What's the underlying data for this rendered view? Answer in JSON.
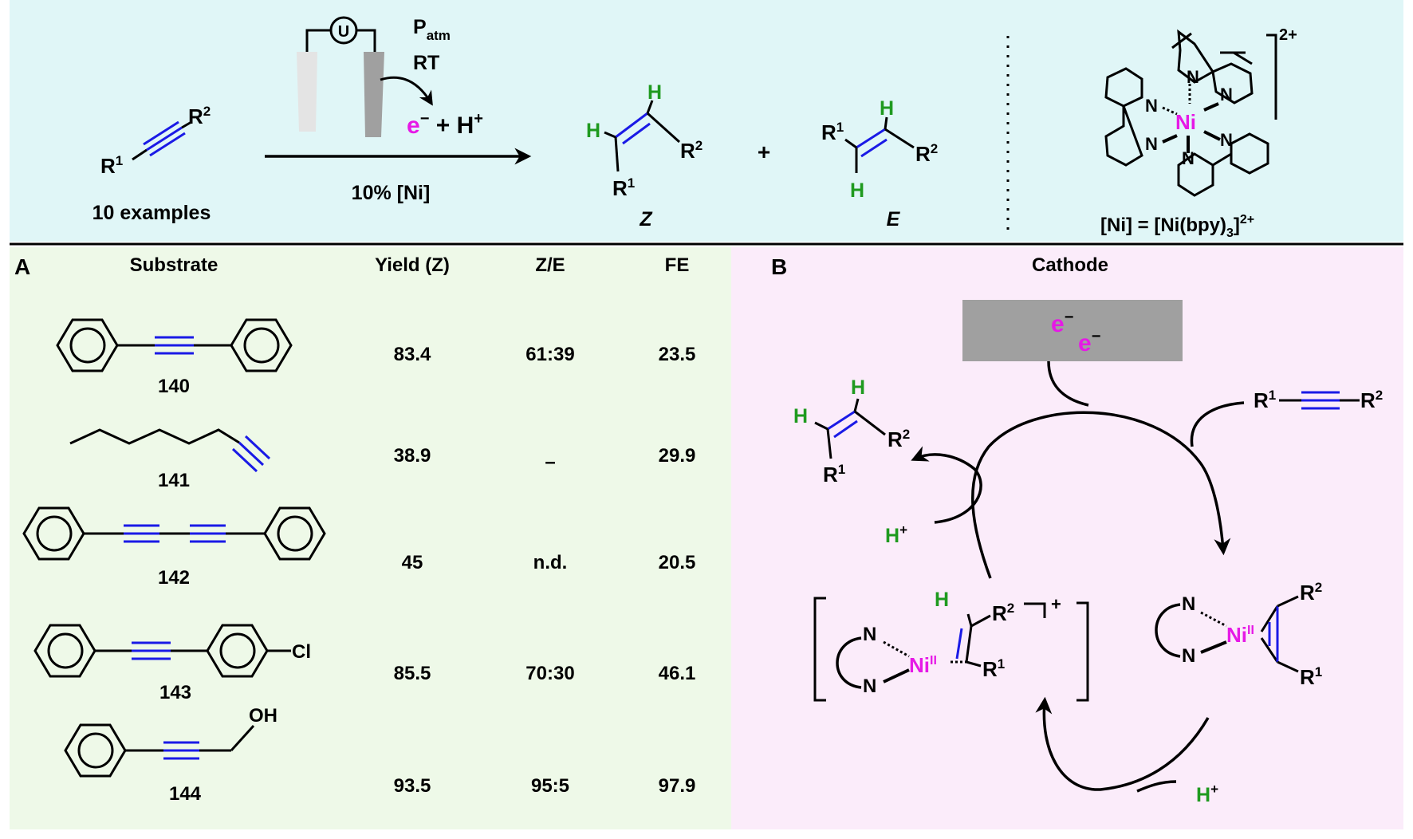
{
  "colors": {
    "top_bg": "#e0f6f7",
    "left_bg": "#eef9e8",
    "right_bg": "#fbecfa",
    "triple_bond": "#1a1ae6",
    "hydrogen": "#1f9a1f",
    "nickel": "#e619e6",
    "electrode_light": "#e4e4e4",
    "electrode_dark": "#a0a0a0"
  },
  "header": {
    "substrate_label": "10 examples",
    "r1": "R",
    "r1_sup": "1",
    "r2": "R",
    "r2_sup": "2",
    "power_symbol": "U",
    "conditions_pressure": "P",
    "conditions_pressure_sub": "atm",
    "conditions_temp": "RT",
    "reagents_e": "e",
    "reagents_e_sup": "−",
    "reagents_plus": " + H",
    "reagents_h_sup": "+",
    "catalyst_loading": "10% [Ni]",
    "h_atom": "H",
    "plus_sign": "+",
    "z_label": "Z",
    "e_label": "E",
    "n_atom": "N",
    "ni_atom": "Ni",
    "complex_charge": "2+",
    "catalyst_definition_prefix": "[Ni] = [Ni(bpy)",
    "catalyst_definition_sub": "3",
    "catalyst_definition_close": "]",
    "catalyst_definition_sup": "2+"
  },
  "panel_a": {
    "letter": "A",
    "columns": [
      "Substrate",
      "Yield (Z)",
      "Z/E",
      "FE"
    ],
    "rows": [
      {
        "id": "140",
        "yield": "83.4",
        "ze": "61:39",
        "fe": "23.5"
      },
      {
        "id": "141",
        "yield": "38.9",
        "ze": "–",
        "fe": "29.9"
      },
      {
        "id": "142",
        "yield": "45",
        "ze": "n.d.",
        "fe": "20.5"
      },
      {
        "id": "143",
        "yield": "85.5",
        "ze": "70:30",
        "fe": "46.1",
        "substituent": "Cl"
      },
      {
        "id": "144",
        "yield": "93.5",
        "ze": "95:5",
        "fe": "97.9",
        "substituent": "OH"
      }
    ]
  },
  "panel_b": {
    "letter": "B",
    "title": "Cathode",
    "electron": "e",
    "electron_sup": "−",
    "proton": "H",
    "proton_sup": "+",
    "ni_atom": "Ni",
    "ni_oxidation": "II",
    "n_atom": "N",
    "complex_charge": "+"
  }
}
